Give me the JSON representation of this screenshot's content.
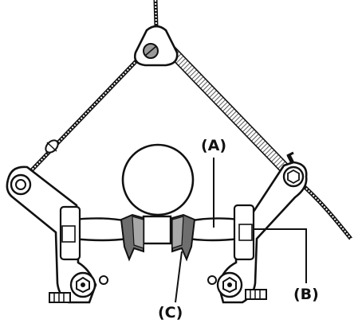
{
  "colors": {
    "outline": "#111111",
    "fill": "#ffffff",
    "pad_dark": "#6e6e6e",
    "pad_light": "#a8a8a8",
    "cable_hatch": "#3a3a3a"
  },
  "callouts": {
    "a": "(A)",
    "b": "(B)",
    "c": "(C)"
  }
}
